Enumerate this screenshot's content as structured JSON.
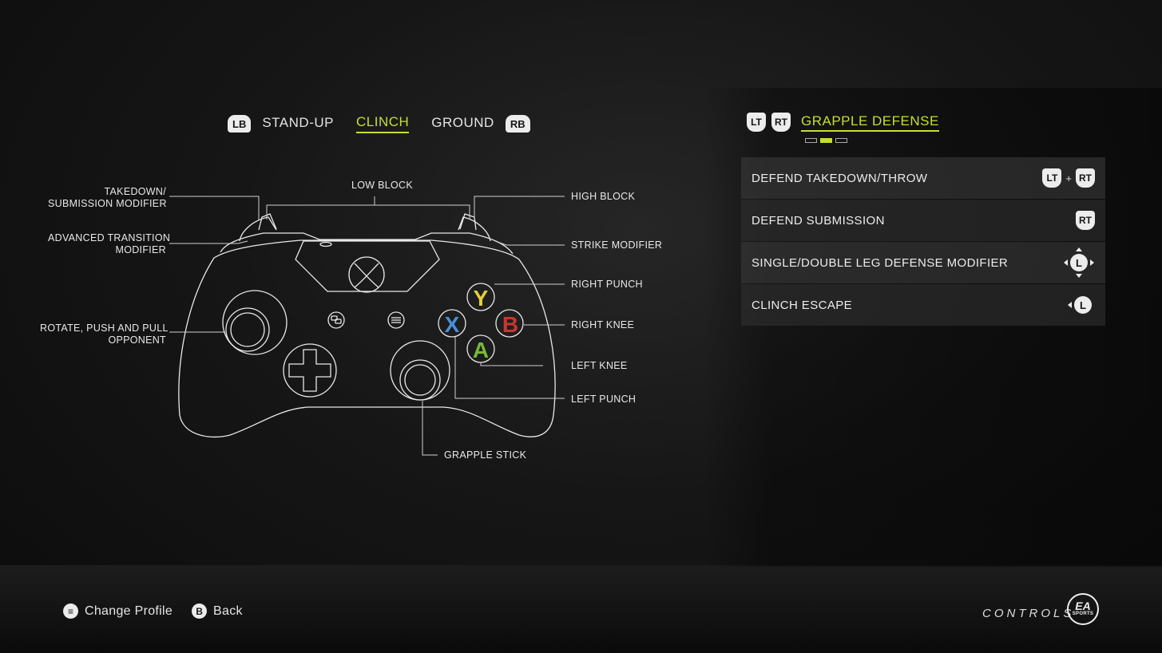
{
  "mode_tabs": {
    "left_bumper": "LB",
    "right_bumper": "RB",
    "tabs": [
      {
        "label": "STAND-UP",
        "active": false
      },
      {
        "label": "CLINCH",
        "active": true
      },
      {
        "label": "GROUND",
        "active": false
      }
    ]
  },
  "controller_labels": {
    "takedown_line1": "TAKEDOWN/",
    "takedown_line2": "SUBMISSION MODIFIER",
    "advanced_line1": "ADVANCED TRANSITION",
    "advanced_line2": "MODIFIER",
    "rotate_line1": "ROTATE, PUSH AND PULL",
    "rotate_line2": "OPPONENT",
    "low_block": "LOW BLOCK",
    "high_block": "HIGH BLOCK",
    "strike_modifier": "STRIKE MODIFIER",
    "right_punch": "RIGHT PUNCH",
    "right_knee": "RIGHT KNEE",
    "left_knee": "LEFT KNEE",
    "left_punch": "LEFT PUNCH",
    "grapple_stick": "GRAPPLE STICK"
  },
  "face_buttons": {
    "y": "Y",
    "x": "X",
    "b": "B",
    "a": "A",
    "colors": {
      "y": "#e3cf3b",
      "x": "#4a90d9",
      "b": "#c9362f",
      "a": "#79b83a"
    }
  },
  "grapple_panel": {
    "trigger_left": "LT",
    "trigger_right": "RT",
    "title": "GRAPPLE DEFENSE",
    "page_count": 3,
    "active_page": 2,
    "rows": [
      {
        "label": "DEFEND TAKEDOWN/THROW",
        "icons": [
          "LT",
          "+",
          "RT"
        ]
      },
      {
        "label": "DEFEND SUBMISSION",
        "icons": [
          "RT"
        ]
      },
      {
        "label": "SINGLE/DOUBLE LEG DEFENSE MODIFIER",
        "icons": [
          "left-stick-all-directions"
        ]
      },
      {
        "label": "CLINCH ESCAPE",
        "icons": [
          "left-stick-left"
        ]
      }
    ]
  },
  "footer": {
    "menu_icon": "menu-button-icon",
    "change_profile": "Change Profile",
    "back_button": "B",
    "back": "Back",
    "section": "CONTROLS",
    "logo_line1": "EA",
    "logo_line2": "SPORTS"
  },
  "accent_color": "#c8df2f"
}
